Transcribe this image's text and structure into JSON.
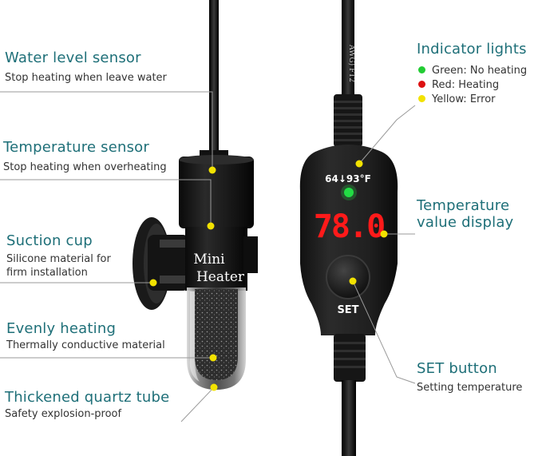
{
  "labels": {
    "water_level": {
      "title": "Water level sensor",
      "desc": "Stop heating when leave water"
    },
    "temperature_sensor": {
      "title": "Temperature sensor",
      "desc": "Stop heating when overheating"
    },
    "suction_cup": {
      "title": "Suction cup",
      "desc_line1": "Silicone material for",
      "desc_line2": "firm installation"
    },
    "evenly_heating": {
      "title": "Evenly heating",
      "desc": "Thermally conductive material"
    },
    "quartz_tube": {
      "title": "Thickened quartz tube",
      "desc": "Safety explosion-proof"
    },
    "indicator_lights": {
      "title": "Indicator lights",
      "items": [
        {
          "label": "Green: No heating",
          "color": "#22cc33"
        },
        {
          "label": "Red: Heating",
          "color": "#dd1111"
        },
        {
          "label": "Yellow:  Error",
          "color": "#f2e200"
        }
      ]
    },
    "temperature_display": {
      "title_line1": "Temperature",
      "title_line2": "value display"
    },
    "set_button": {
      "title": "SET button",
      "desc": "Setting temperature"
    }
  },
  "device": {
    "heater_text_line1": "Mini",
    "heater_text_line2": "Heater",
    "range_text": "64↓93°F",
    "display_value": "78.0",
    "set_label": "SET",
    "cable_print": "AWG) FT2"
  },
  "colors": {
    "accent": "#1e6f78",
    "callout_dot": "#f2e200",
    "display_red": "#ff1a1a",
    "led_green": "#22dd44"
  }
}
